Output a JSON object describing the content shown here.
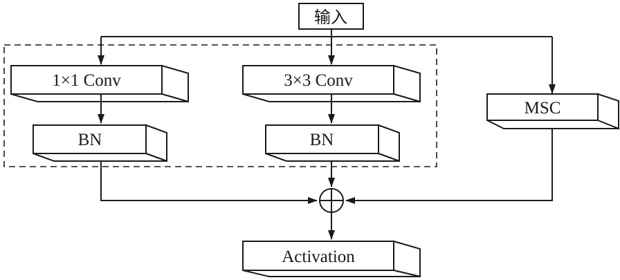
{
  "input": {
    "label": "输入"
  },
  "branches": {
    "conv1x1": {
      "label": "1×1 Conv"
    },
    "bn_left": {
      "label": "BN"
    },
    "conv3x3": {
      "label": "3×3 Conv"
    },
    "bn_right": {
      "label": "BN"
    },
    "msc": {
      "label": "MSC"
    }
  },
  "output": {
    "label": "Activation"
  },
  "colors": {
    "stroke": "#1a1a1a",
    "background": "#ffffff"
  }
}
